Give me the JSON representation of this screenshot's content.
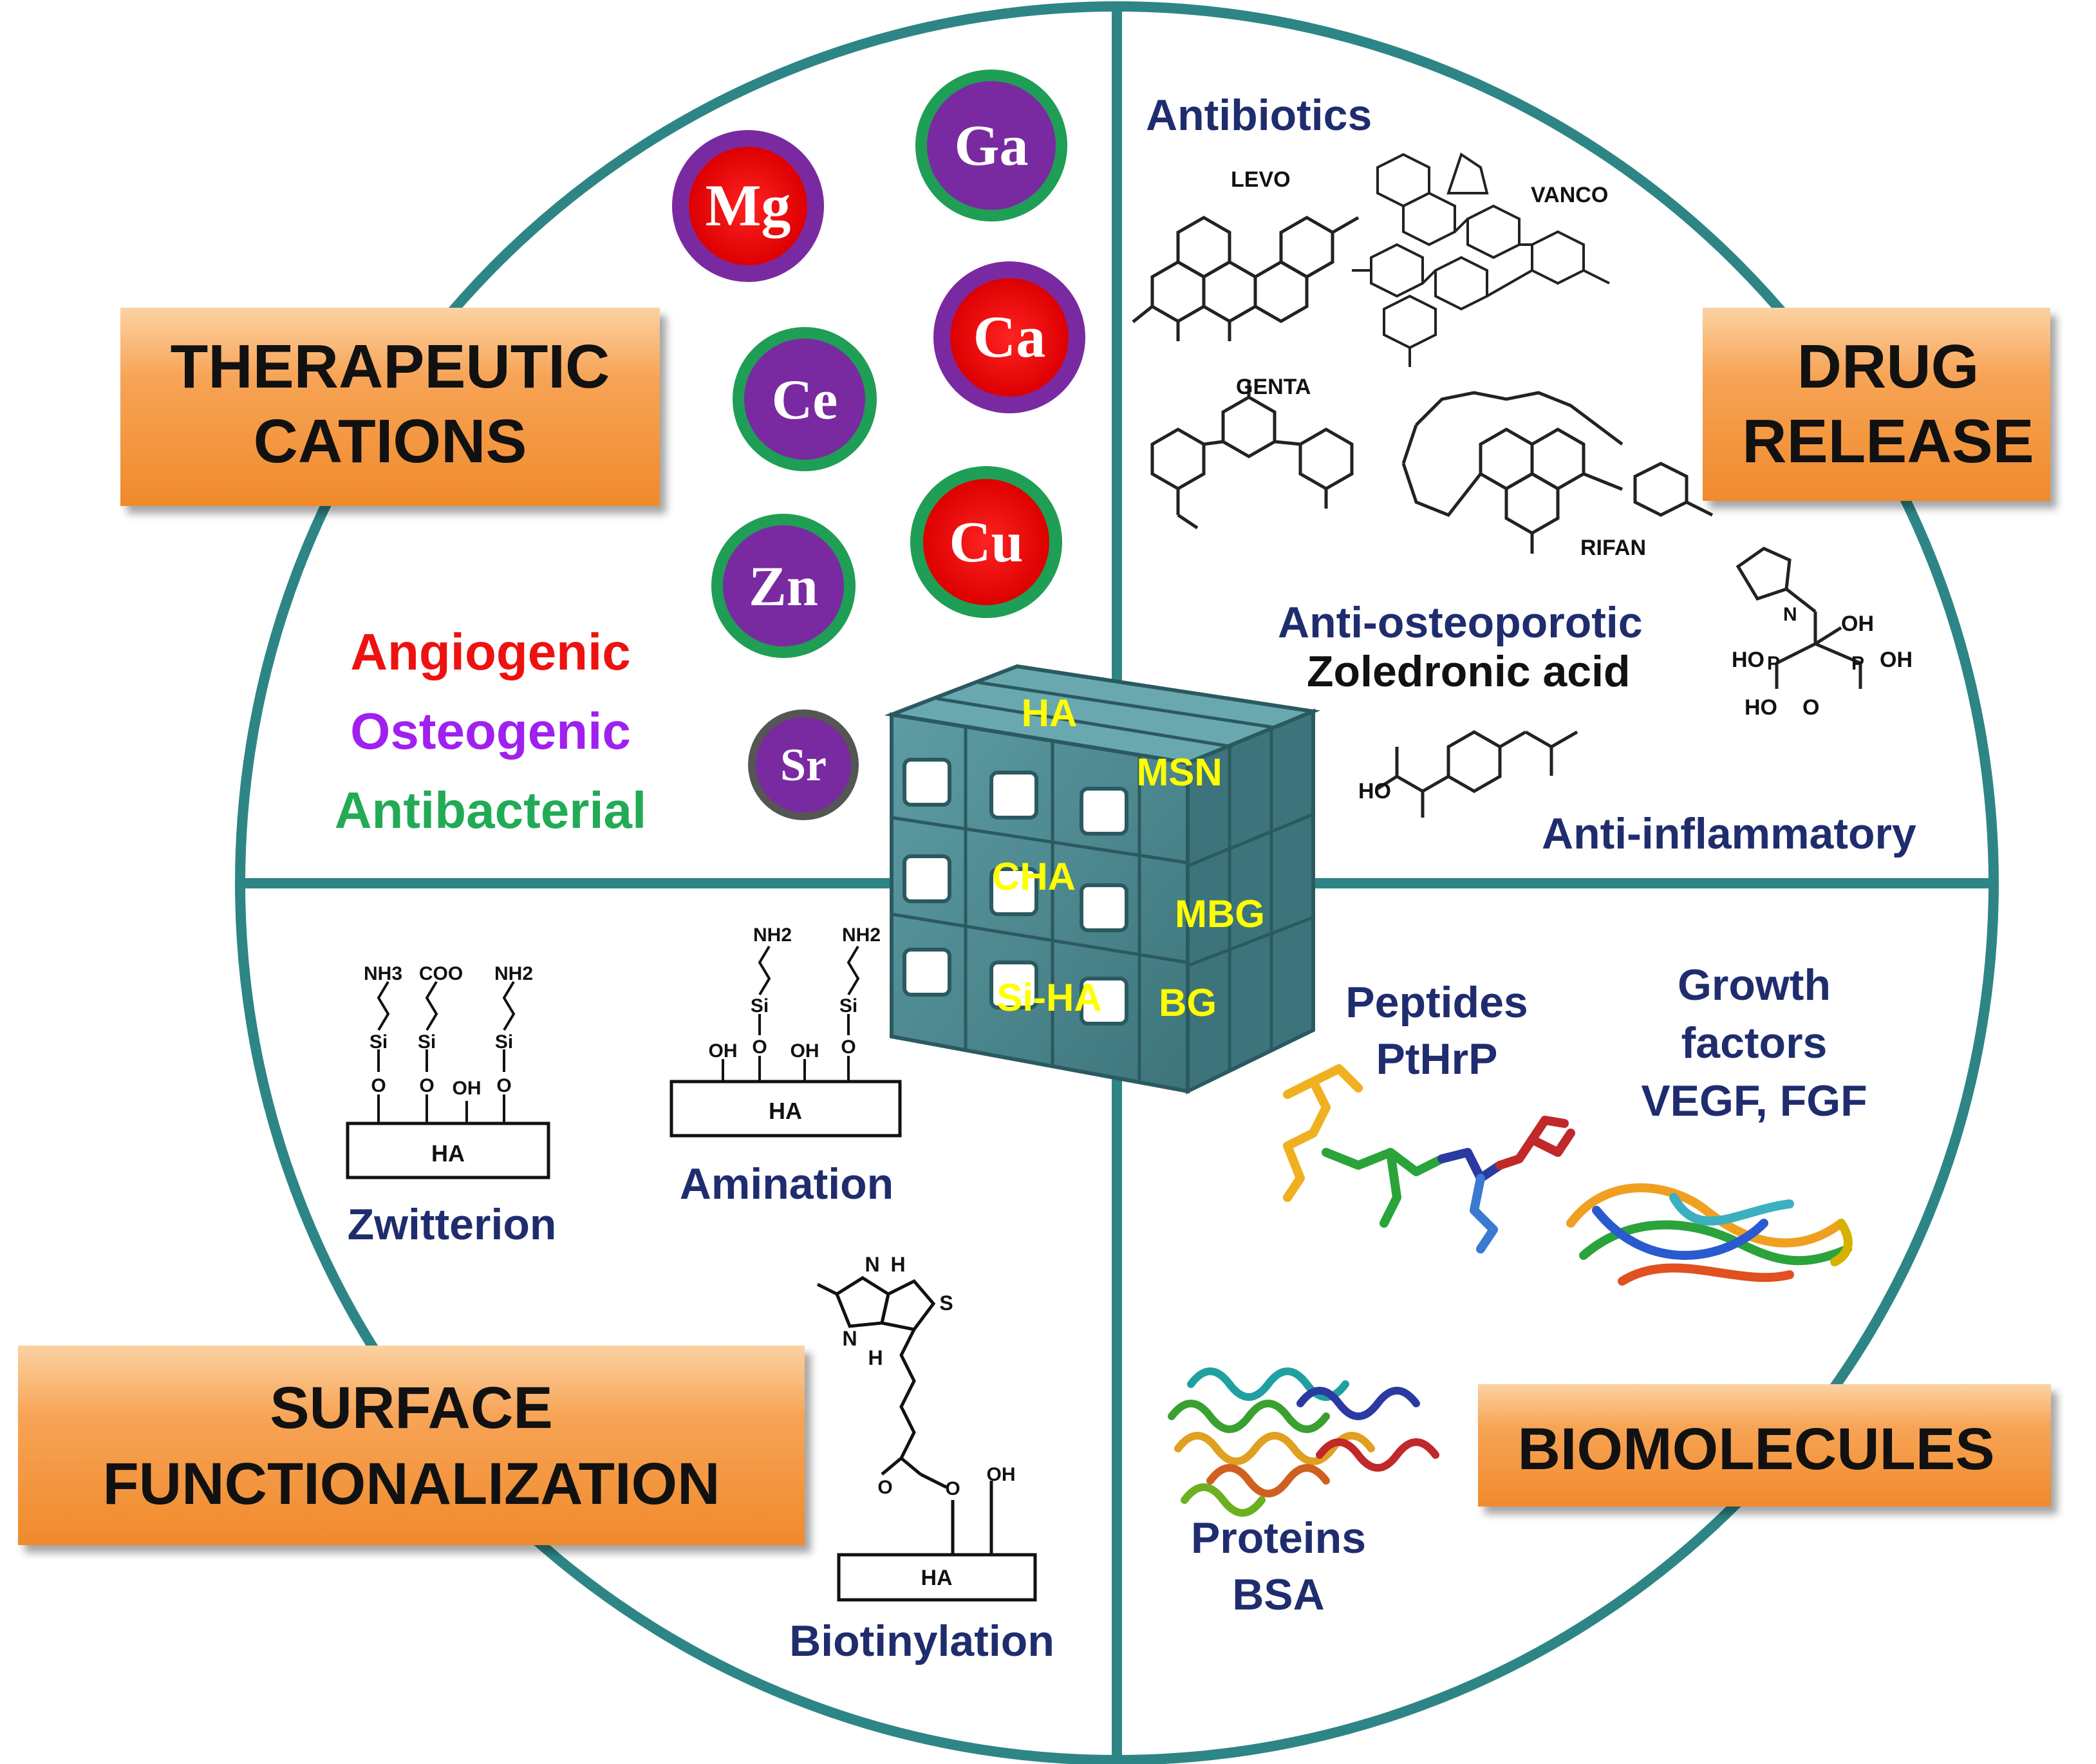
{
  "quadrants": {
    "therapeutic_cations": {
      "title_line1": "THERAPEUTIC",
      "title_line2": "CATIONS",
      "cations": [
        {
          "symbol": "Mg",
          "ring": "purple"
        },
        {
          "symbol": "Ga",
          "ring": "green"
        },
        {
          "symbol": "Ca",
          "ring": "purple"
        },
        {
          "symbol": "Ce",
          "ring": "green"
        },
        {
          "symbol": "Cu",
          "ring": "green"
        },
        {
          "symbol": "Zn",
          "ring": "green"
        },
        {
          "symbol": "Sr",
          "ring": "grey"
        }
      ],
      "properties": [
        {
          "label": "Angiogenic",
          "color": "#ee1111"
        },
        {
          "label": "Osteogenic",
          "color": "#a020f0"
        },
        {
          "label": "Antibacterial",
          "color": "#22aa55"
        }
      ]
    },
    "drug_release": {
      "title_line1": "DRUG",
      "title_line2": "RELEASE",
      "antibiotics_label": "Antibiotics",
      "drugs": [
        "LEVO",
        "VANCO",
        "GENTA",
        "RIFAN"
      ],
      "anti_osteoporotic_label": "Anti-osteoporotic",
      "zoledronic_label": "Zoledronic acid",
      "anti_inflammatory_label": "Anti-inflammatory",
      "chem_labels": {
        "oh": "OH",
        "ho": "HO",
        "p": "P",
        "o": "O",
        "n": "N",
        "ho_o": "HO"
      }
    },
    "surface_functionalization": {
      "title_line1": "SURFACE",
      "title_line2": "FUNCTIONALIZATION",
      "zwitterion_label": "Zwitterion",
      "amination_label": "Amination",
      "biotinylation_label": "Biotinylation",
      "substrate_label": "HA",
      "chem_labels": {
        "nh3": "NH3",
        "coo": "COO",
        "nh2": "NH2",
        "si": "Si",
        "o": "O",
        "oh": "OH",
        "h": "H",
        "n": "N",
        "s": "S"
      }
    },
    "biomolecules": {
      "title": "BIOMOLECULES",
      "peptides_label": "Peptides",
      "pthrp_label": "PtHrP",
      "growth_label": "Growth",
      "factors_label": "factors",
      "vegf_label": "VEGF, FGF",
      "proteins_label": "Proteins",
      "bsa_label": "BSA"
    }
  },
  "cube_labels": [
    "HA",
    "MSN",
    "CHA",
    "MBG",
    "Si-HA",
    "BG"
  ],
  "colors": {
    "circle_stroke": "#2e8585",
    "box_fill": "#f7a254",
    "navy": "#1f2d6e",
    "cube": "#4d8a92",
    "cube_label": "#ffff00"
  }
}
